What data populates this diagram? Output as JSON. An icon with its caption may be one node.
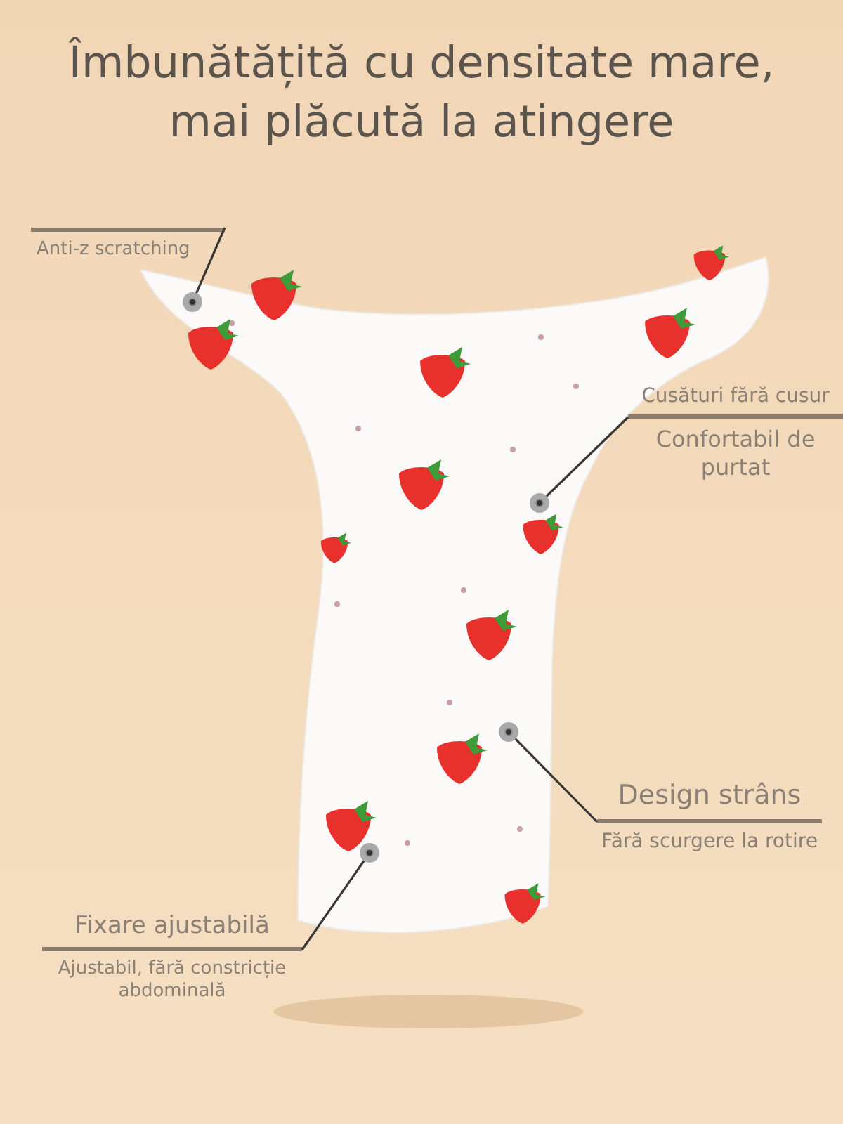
{
  "diagram": {
    "title": "Îmbunătățită cu densitate mare, mai plăcută la atingere",
    "nodes": [
      {
        "text": [],
        "shape": "picture"
      },
      {
        "text": [
          "Anti-z scratching"
        ]
      },
      {
        "text": [],
        "shape": "circle",
        "in": 0
      },
      {
        "text": [
          "Cusături fără cusur",
          "Confortabil de purtat"
        ]
      },
      {
        "text": [],
        "shape": "circle",
        "in": 0
      },
      {
        "text": [
          "Design strâns",
          "Fără scurgere la rotire"
        ]
      },
      {
        "text": [],
        "shape": "circle",
        "in": 0
      },
      {
        "text": [
          "Fixare ajustabilă",
          "Ajustabil, fără constricție abdominală"
        ]
      },
      {
        "text": [],
        "shape": "circle",
        "in": 0
      }
    ],
    "edges": [
      {
        "from": 1,
        "to": 2,
        "arrow": "none"
      },
      {
        "from": 3,
        "to": 4,
        "arrow": "none"
      },
      {
        "from": 5,
        "to": 6,
        "arrow": "none"
      },
      {
        "from": 7,
        "to": 8,
        "arrow": "none"
      }
    ]
  }
}
